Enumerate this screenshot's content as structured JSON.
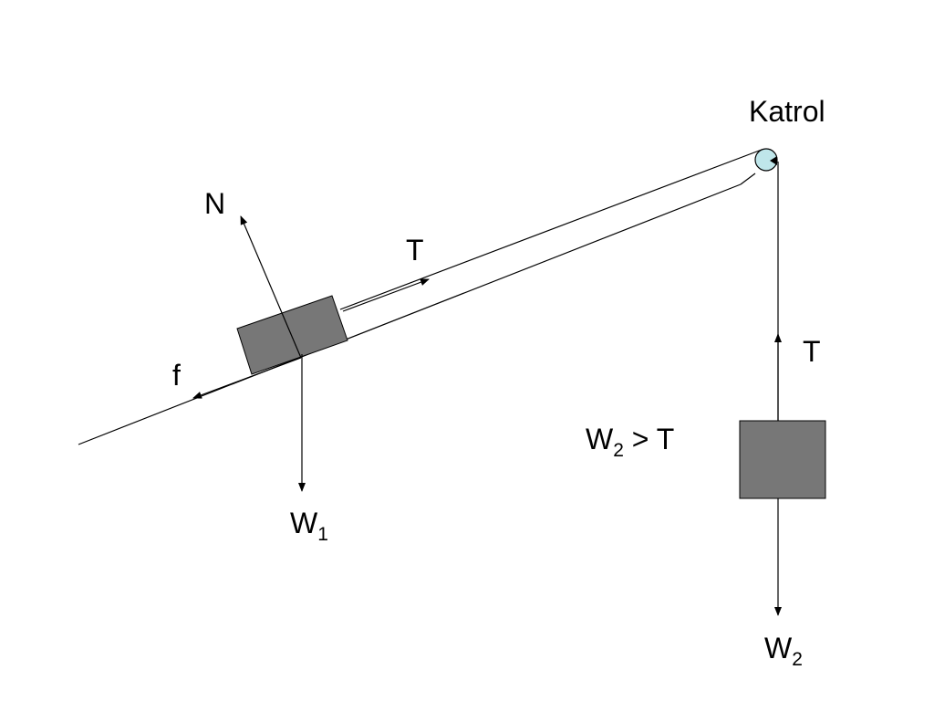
{
  "labels": {
    "pulley": "Katrol",
    "normal": "N",
    "tension_incline": "T",
    "friction": "f",
    "weight1_main": "W",
    "weight1_sub": "1",
    "tension_hanging": "T",
    "inequality_w": "W",
    "inequality_sub": "2",
    "inequality_rest": " > T",
    "weight2_main": "W",
    "weight2_sub": "2"
  },
  "colors": {
    "block": "#777777",
    "pulley": "#bfe6ea",
    "line": "#000000"
  }
}
